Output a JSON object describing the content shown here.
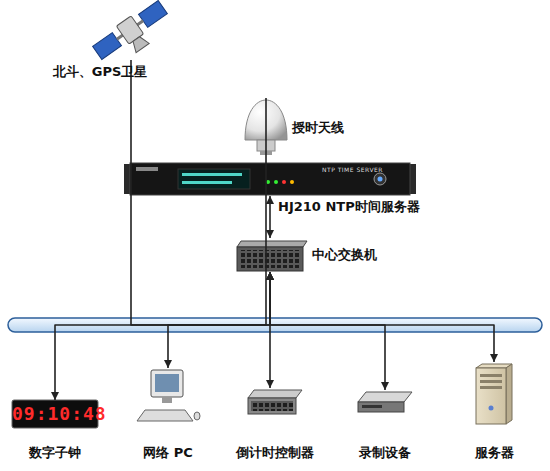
{
  "diagram": {
    "nodes": [
      {
        "text": [
          "北斗、GPS卫星"
        ]
      },
      {
        "text": [
          "授时天线"
        ]
      },
      {
        "text": [
          "NTP TIME SERVER",
          "HJ210 NTP时间服务器"
        ]
      },
      {
        "text": [
          "中心交换机"
        ]
      },
      {
        "text": [
          "09:10:48",
          "数字子钟"
        ]
      },
      {
        "text": [
          "网络 PC"
        ]
      },
      {
        "text": [
          "倒计时控制器"
        ]
      },
      {
        "text": [
          "录制设备"
        ]
      },
      {
        "text": [
          "服务器"
        ]
      }
    ],
    "edges": [
      {
        "from": 0,
        "to": 1,
        "arrow": "none"
      },
      {
        "from": 2,
        "to": 3,
        "arrow": "both"
      },
      {
        "from": 3,
        "to": 4,
        "arrow": "both"
      },
      {
        "from": 3,
        "to": 5,
        "arrow": "both"
      },
      {
        "from": 3,
        "to": 6,
        "arrow": "both"
      },
      {
        "from": 3,
        "to": 7,
        "arrow": "both"
      },
      {
        "from": 3,
        "to": 8,
        "arrow": "both"
      }
    ]
  }
}
